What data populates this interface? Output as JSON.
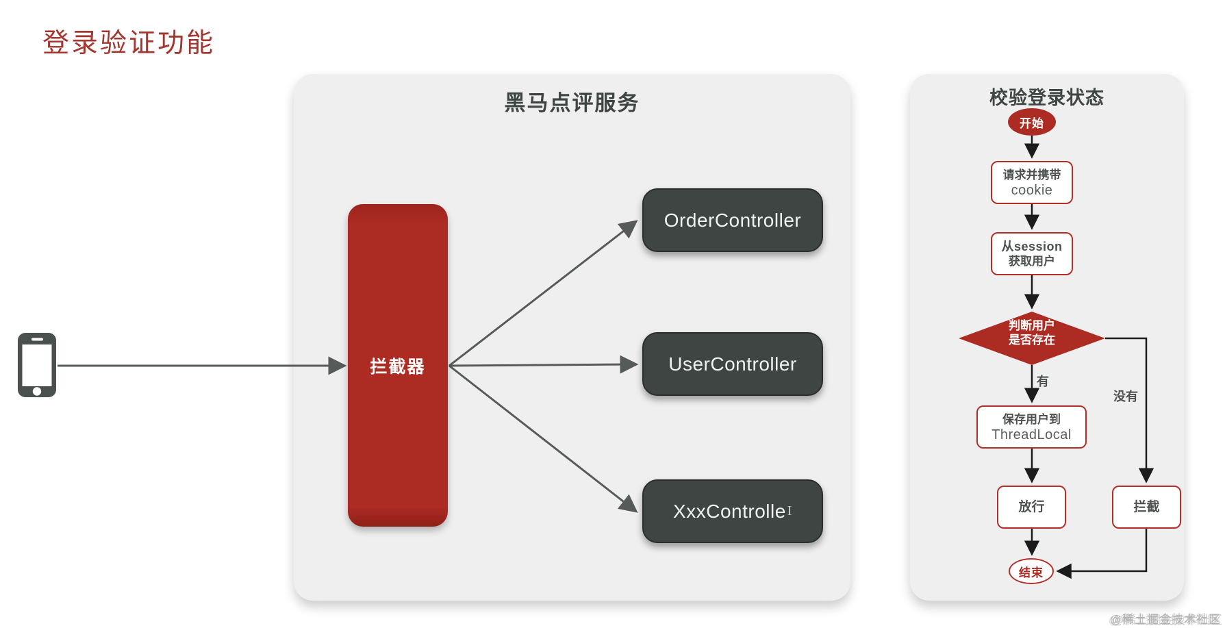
{
  "page": {
    "title": "登录验证功能",
    "watermark": "@稀土掘金技术社区"
  },
  "client": {
    "icon": "smartphone-icon"
  },
  "service_panel": {
    "title": "黑马点评服务",
    "interceptor_label": "拦截器",
    "controllers": [
      {
        "label": "OrderController"
      },
      {
        "label": "UserController"
      },
      {
        "label": "XxxControlle"
      }
    ],
    "text_cursor": "I"
  },
  "flow_panel": {
    "title": "校验登录状态",
    "start": "开始",
    "request_line1": "请求并携带",
    "request_line2": "cookie",
    "session_line1": "从session",
    "session_line2": "获取用户",
    "decision_line1": "判断用户",
    "decision_line2": "是否存在",
    "yes_label": "有",
    "no_label": "没有",
    "save_line1": "保存用户到",
    "save_line2": "ThreadLocal",
    "pass": "放行",
    "intercept": "拦截",
    "end": "结束"
  },
  "colors": {
    "accent_red": "#AC2B23",
    "border_red": "#B22E28",
    "dark_box": "#3E4543",
    "panel_bg": "#EFEFEF",
    "arrow_gray": "#565B59",
    "arrow_black": "#1C1C1C"
  }
}
